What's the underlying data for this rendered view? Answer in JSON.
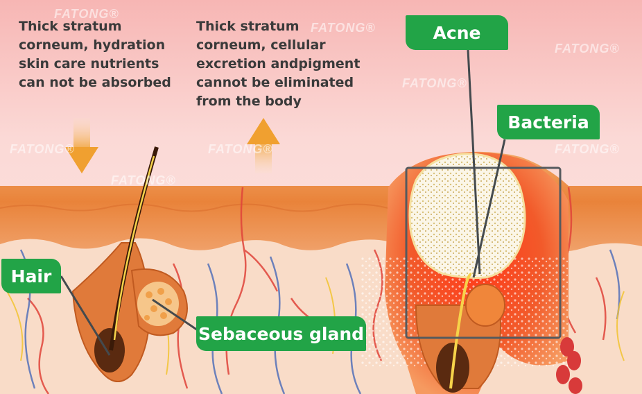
{
  "captions": {
    "left": "Thick stratum\ncorneum, hydration\nskin care nutrients\ncan not be absorbed",
    "middle": "Thick stratum\ncorneum, cellular\nexcretion andpigment\ncannot be eliminated\nfrom the body"
  },
  "labels": {
    "acne": "Acne",
    "bacteria": "Bacteria",
    "hair": "Hair",
    "sebaceous_gland": "Sebaceous gland"
  },
  "watermark": "FATONG®",
  "colors": {
    "label_green": "#22a447",
    "arrow_orange": "#f0a030",
    "skin_surface": "#e9833a",
    "dermis": "#f9dcc8",
    "inflammation": "#f25a2a",
    "blood_red": "#e0443a",
    "vein_blue": "#4a6ab8"
  }
}
